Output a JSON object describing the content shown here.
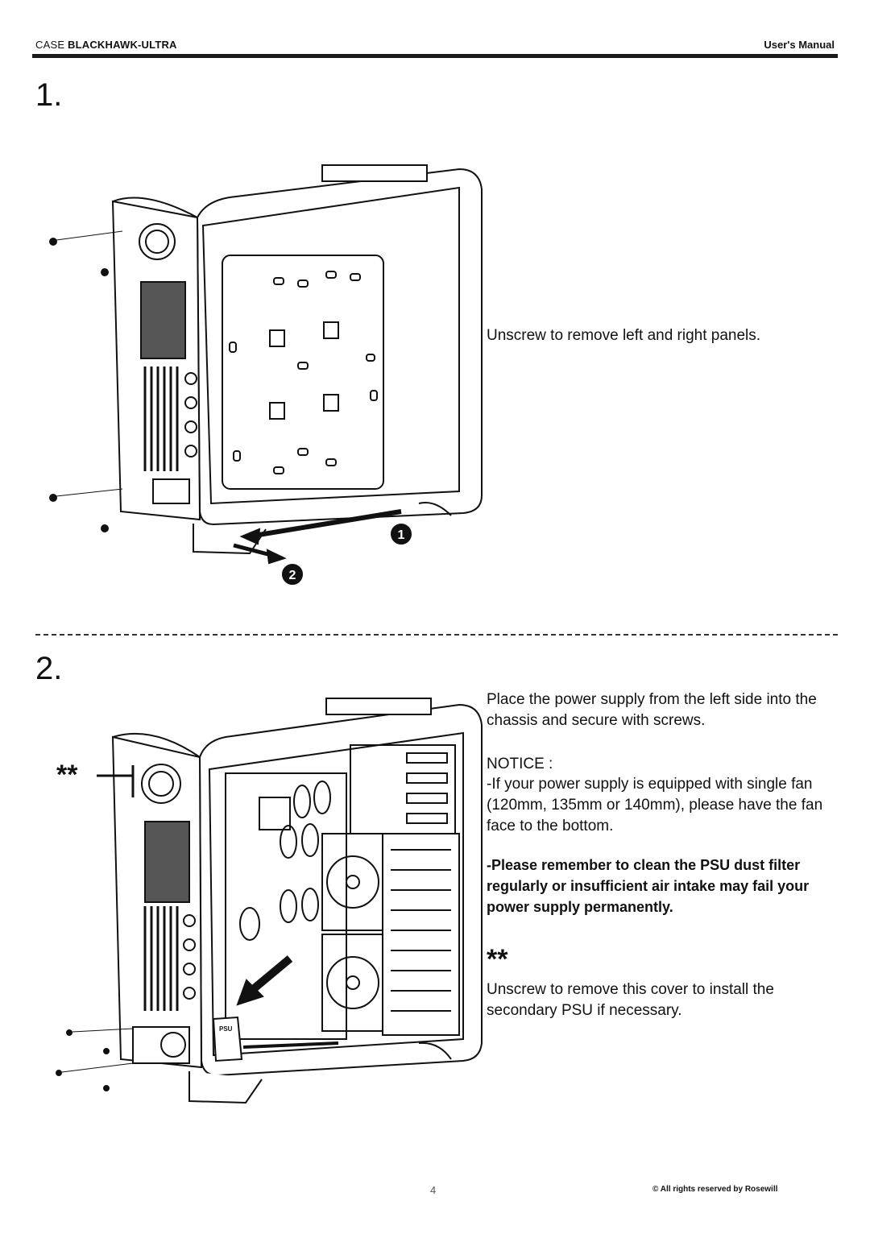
{
  "header": {
    "case_label": "CASE",
    "model": "BLACKHAWK-ULTRA",
    "manual": "User's Manual"
  },
  "step1": {
    "number": "1.",
    "text": "Unscrew to remove left and right panels.",
    "callout_1": "1",
    "callout_2": "2"
  },
  "step2": {
    "number": "2.",
    "text": "Place the power supply from the left side into the chassis and secure with screws.",
    "notice_title": "NOTICE :",
    "notice_text": "-If your power supply is equipped with single fan (120mm, 135mm or 140mm), please have the fan face to the bottom.",
    "warning": "-Please remember to clean the PSU dust filter regularly or insufficient air intake may fail your power supply permanently.",
    "stars": "**",
    "diagram_stars": "**",
    "psu_label": "PSU",
    "secondary_text": "Unscrew to remove this cover to install the secondary PSU if necessary."
  },
  "footer": {
    "page": "4",
    "copyright": "© All rights reserved by Rosewill"
  }
}
